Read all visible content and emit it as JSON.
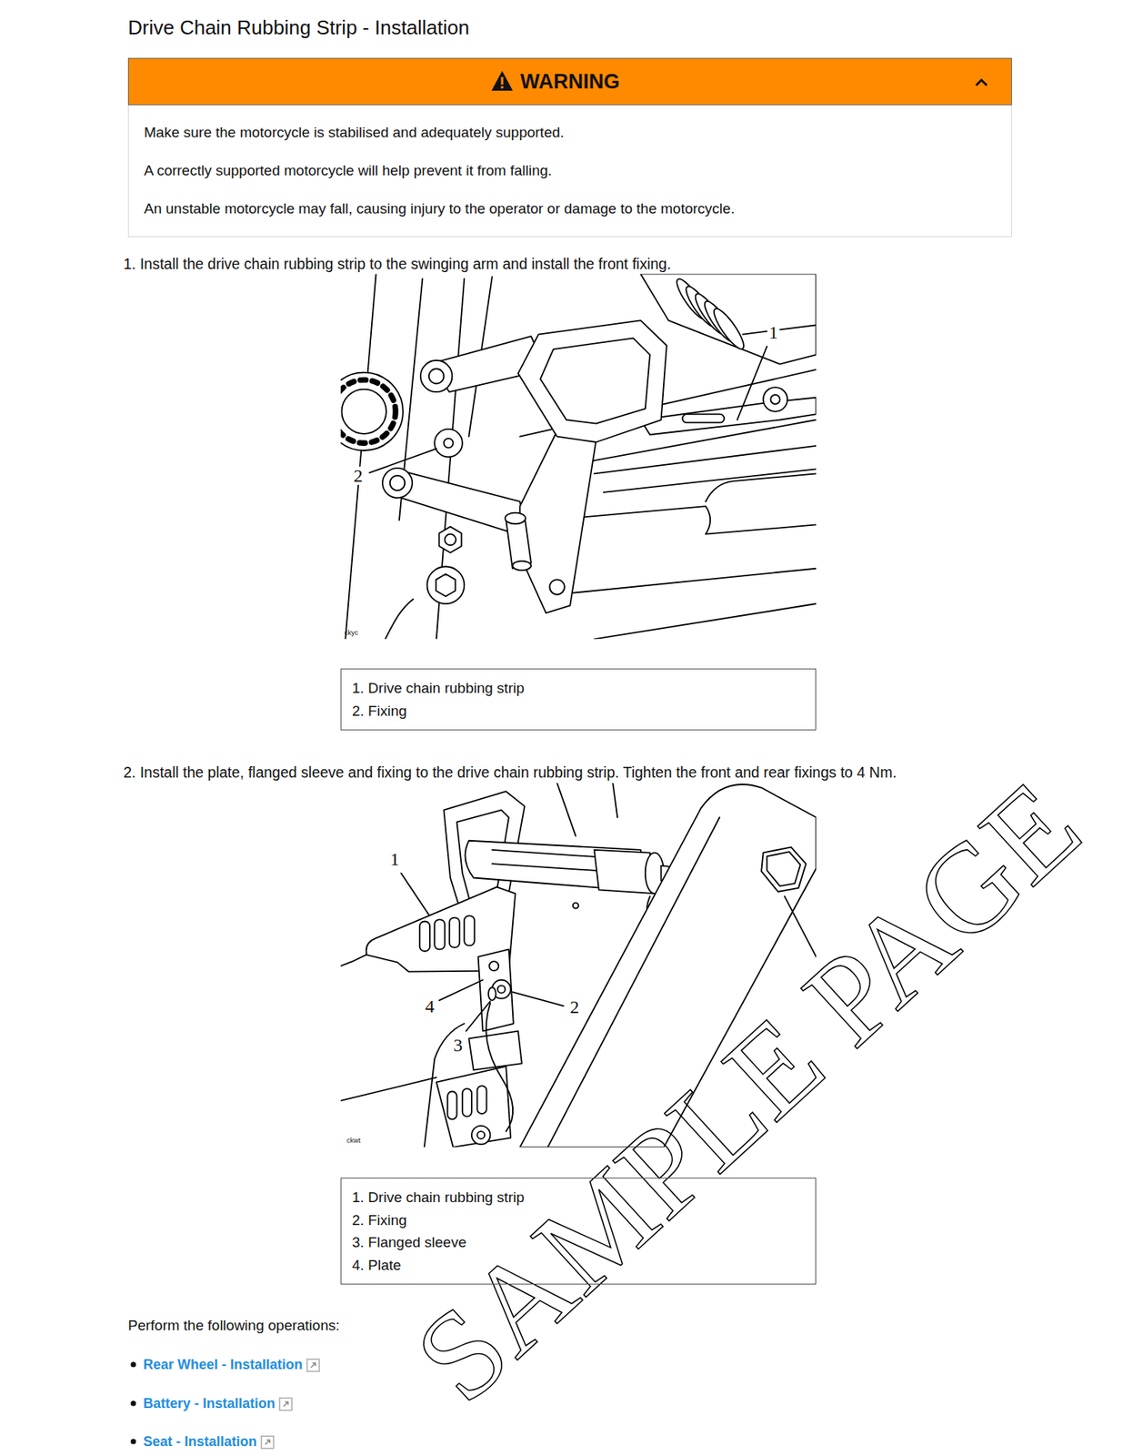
{
  "diagram": {
    "title": "Drive Chain Rubbing Strip - Installation",
    "nodes": [
      {
        "text": [
          "WARNING",
          "Make sure the motorcycle is stabilised and adequately supported.",
          "A correctly supported motorcycle will help prevent it from falling.",
          "An unstable motorcycle may fall, causing injury to the operator or damage to the motorcycle."
        ]
      },
      {
        "text": [
          "1. Drive chain rubbing strip",
          "2. Fixing"
        ]
      },
      {
        "text": [
          "1. Drive chain rubbing strip",
          "2. Fixing",
          "3. Flanged sleeve",
          "4. Plate"
        ]
      }
    ],
    "labels": [
      "1. Install the drive chain rubbing strip to the swinging arm and install the front fixing.",
      "1",
      "2",
      "ckyc",
      "2. Install the plate, flanged sleeve and fixing to the drive chain rubbing strip. Tighten the front and rear fixings to 4 Nm.",
      "1",
      "2",
      "3",
      "4",
      "ckwt",
      "Perform the following operations:",
      "Rear Wheel - Installation",
      "Battery - Installation",
      "Seat - Installation",
      "SAMPLE PAGE"
    ]
  }
}
